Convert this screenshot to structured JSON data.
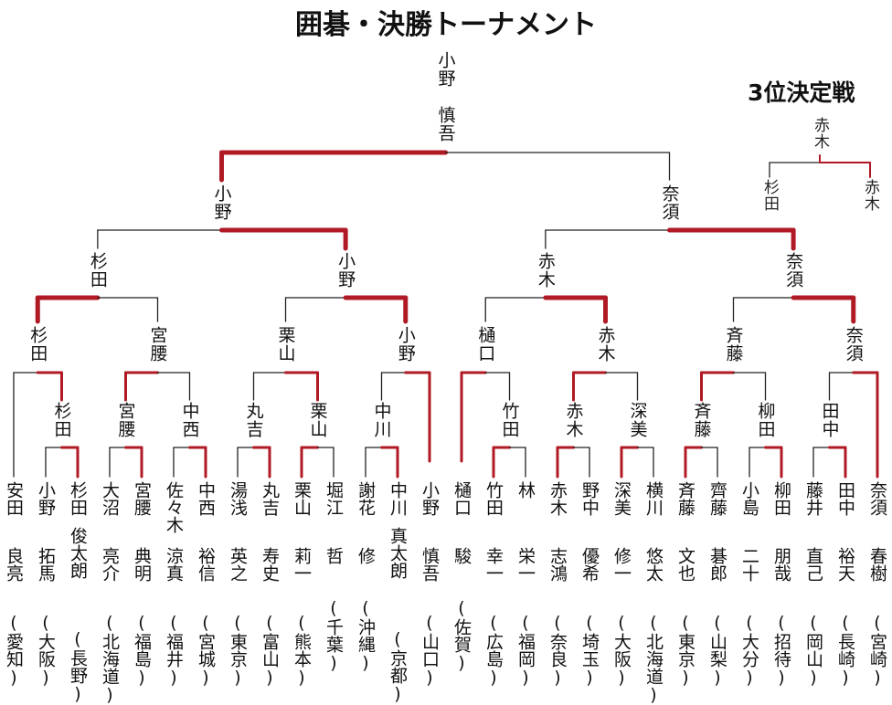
{
  "title": "囲碁・決勝トーナメント",
  "colors": {
    "winner_line": "#b01a24",
    "loser_line": "#222222"
  },
  "champion": {
    "surname": "小野",
    "given": "慎吾"
  },
  "third_place": {
    "title": "3位決定戦",
    "winner": "赤木",
    "players": [
      "杉田",
      "赤木"
    ]
  },
  "players": [
    {
      "surname": "安田",
      "given": "良亮",
      "pref": "(愛知)"
    },
    {
      "surname": "小野",
      "given": "拓馬",
      "pref": "(大阪)"
    },
    {
      "surname": "杉田",
      "given": "俊太朗",
      "pref": "(長野)"
    },
    {
      "surname": "大沼",
      "given": "亮介",
      "pref": "(北海道)"
    },
    {
      "surname": "宮腰",
      "given": "典明",
      "pref": "(福島)"
    },
    {
      "surname": "佐々木",
      "given": "涼真",
      "pref": "(福井)"
    },
    {
      "surname": "中西",
      "given": "裕信",
      "pref": "(宮城)"
    },
    {
      "surname": "湯浅",
      "given": "英之",
      "pref": "(東京)"
    },
    {
      "surname": "丸吉",
      "given": "寿史",
      "pref": "(富山)"
    },
    {
      "surname": "栗山",
      "given": "莉一",
      "pref": "(熊本)"
    },
    {
      "surname": "堀江",
      "given": "哲",
      "pref": "(千葉)"
    },
    {
      "surname": "謝花",
      "given": "修",
      "pref": "(沖縄)"
    },
    {
      "surname": "中川",
      "given": "真太朗",
      "pref": "(京都)"
    },
    {
      "surname": "小野",
      "given": "慎吾",
      "pref": "(山口)"
    },
    {
      "surname": "樋口",
      "given": "駿",
      "pref": "(佐賀)"
    },
    {
      "surname": "竹田",
      "given": "幸一",
      "pref": "(広島)"
    },
    {
      "surname": "林",
      "given": "栄一",
      "pref": "(福岡)"
    },
    {
      "surname": "赤木",
      "given": "志鴻",
      "pref": "(奈良)"
    },
    {
      "surname": "野中",
      "given": "優希",
      "pref": "(埼玉)"
    },
    {
      "surname": "深美",
      "given": "修一",
      "pref": "(大阪)"
    },
    {
      "surname": "横川",
      "given": "悠太",
      "pref": "(北海道)"
    },
    {
      "surname": "斉藤",
      "given": "文也",
      "pref": "(東京)"
    },
    {
      "surname": "齊藤",
      "given": "碁郎",
      "pref": "(山梨)"
    },
    {
      "surname": "小島",
      "given": "二十",
      "pref": "(大分)"
    },
    {
      "surname": "柳田",
      "given": "朋哉",
      "pref": "(招待)"
    },
    {
      "surname": "藤井",
      "given": "直己",
      "pref": "(岡山)"
    },
    {
      "surname": "田中",
      "given": "裕天",
      "pref": "(長崎)"
    },
    {
      "surname": "奈須",
      "given": "春樹",
      "pref": "(宮崎)"
    }
  ],
  "rounds": {
    "round1_winners": [
      "杉田",
      "宮腰",
      "中西",
      "丸吉",
      "栗山",
      "中川",
      "竹田",
      "赤木",
      "深美",
      "斉藤",
      "柳田",
      "田中"
    ],
    "round2_winners": [
      "杉田",
      "宮腰",
      "栗山",
      "小野",
      "樋口",
      "赤木",
      "斉藤",
      "奈須"
    ],
    "quarterfinal_winners": [
      "杉田",
      "小野",
      "赤木",
      "奈須"
    ],
    "semifinal_winners": [
      "小野",
      "奈須"
    ],
    "final_winner": "小野"
  }
}
